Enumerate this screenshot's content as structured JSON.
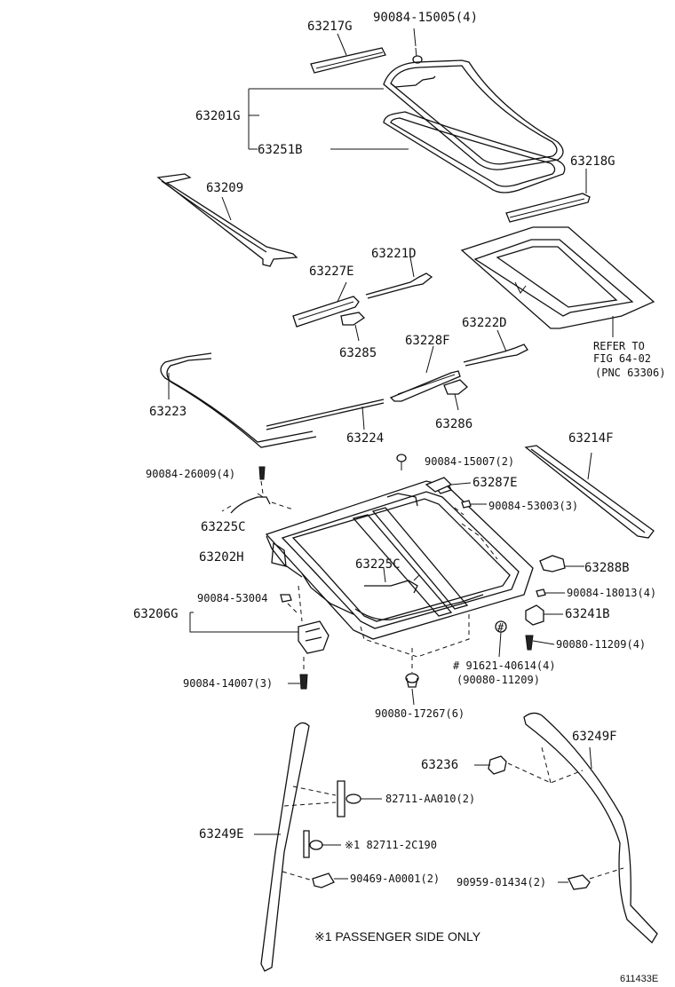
{
  "diagram": {
    "labels": {
      "p63217G": "63217G",
      "p90084_15005": "90084-15005(4)",
      "p63201G": "63201G",
      "p63251B": "63251B",
      "p63218G": "63218G",
      "p63209": "63209",
      "p63221D": "63221D",
      "p63227E": "63227E",
      "p63285": "63285",
      "refer_1": "REFER TO",
      "refer_2": "FIG 64-02",
      "refer_3": "(PNC 63306)",
      "p63222D": "63222D",
      "p63228F": "63228F",
      "p63223": "63223",
      "p63224": "63224",
      "p63286": "63286",
      "p63214F": "63214F",
      "p90084_26009": "90084-26009(4)",
      "p90084_15007": "90084-15007(2)",
      "p63287E": "63287E",
      "p90084_53003": "90084-53003(3)",
      "p63225C_a": "63225C",
      "p63202H": "63202H",
      "p63225C_b": "63225C",
      "p63288B": "63288B",
      "p90084_53004": "90084-53004",
      "p90084_18013": "90084-18013(4)",
      "p63206G": "63206G",
      "p63241B": "63241B",
      "p90080_11209": "90080-11209(4)",
      "p91621_40614": "# 91621-40614(4)",
      "p90080_11209_alt": "(90080-11209)",
      "p90084_14007": "90084-14007(3)",
      "p90080_17267": "90080-17267(6)",
      "p63249F": "63249F",
      "p63236": "63236",
      "p82711_AA010": "82711-AA010(2)",
      "p63249E": "63249E",
      "p82711_2C190": "※1 82711-2C190",
      "p90469_A0001": "90469-A0001(2)",
      "p90959_01434": "90959-01434(2)",
      "footnote": "※1 PASSENGER SIDE ONLY",
      "diagram_code": "611433E"
    }
  }
}
